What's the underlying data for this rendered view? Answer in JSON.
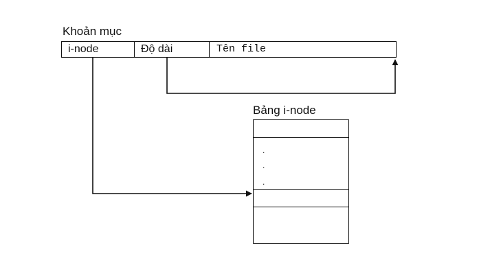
{
  "directory": {
    "title": "Khoản mục",
    "fields": [
      "i-node",
      "Độ dài",
      "Tên file"
    ]
  },
  "inode_table": {
    "title": "Bảng i-node",
    "ellipsis": [
      ".",
      ".",
      "."
    ]
  }
}
